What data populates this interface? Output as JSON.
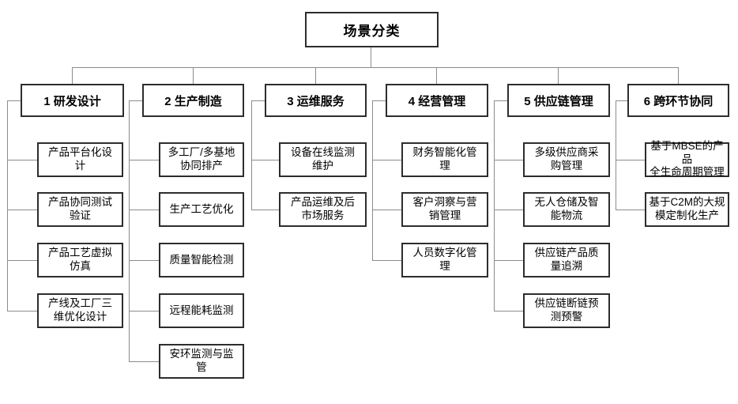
{
  "colors": {
    "background": "#ffffff",
    "box_border": "#2d2d2d",
    "connector_line": "#8c8c8c",
    "text": "#000000"
  },
  "root": {
    "label": "场景分类"
  },
  "columns": [
    {
      "label": "1 研发设计",
      "items": [
        "产品平台化设\n计",
        "产品协同测试\n验证",
        "产品工艺虚拟\n仿真",
        "产线及工厂三\n维优化设计"
      ]
    },
    {
      "label": "2 生产制造",
      "items": [
        "多工厂/多基地\n协同排产",
        "生产工艺优化",
        "质量智能检测",
        "远程能耗监测",
        "安环监测与监\n管"
      ]
    },
    {
      "label": "3 运维服务",
      "items": [
        "设备在线监测\n维护",
        "产品运维及后\n市场服务"
      ]
    },
    {
      "label": "4 经营管理",
      "items": [
        "财务智能化管\n理",
        "客户洞察与营\n销管理",
        "人员数字化管\n理"
      ]
    },
    {
      "label": "5 供应链管理",
      "items": [
        "多级供应商采\n购管理",
        "无人仓储及智\n能物流",
        "供应链产品质\n量追溯",
        "供应链断链预\n测预警"
      ]
    },
    {
      "label": "6 跨环节协同",
      "items": [
        "基于MBSE的产品\n全生命周期管理",
        "基于C2M的大规\n模定制化生产"
      ]
    }
  ]
}
